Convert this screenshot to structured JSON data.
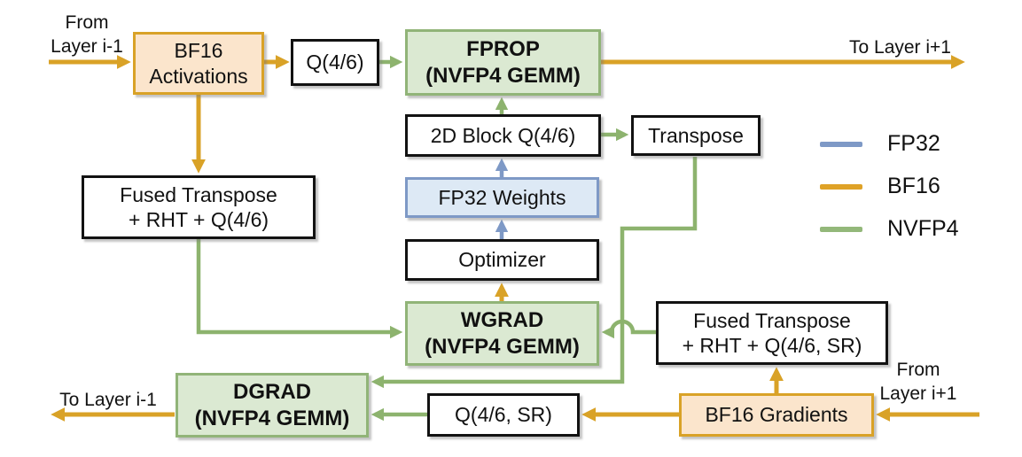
{
  "nodes": {
    "bf16_activations": {
      "line1": "BF16",
      "line2": "Activations"
    },
    "q46": {
      "line1": "Q(4/6)"
    },
    "fprop": {
      "line1": "FPROP",
      "line2": "(NVFP4 GEMM)"
    },
    "block2d_q46": {
      "line1": "2D Block Q(4/6)"
    },
    "transpose": {
      "line1": "Transpose"
    },
    "fp32_weights": {
      "line1": "FP32 Weights"
    },
    "optimizer": {
      "line1": "Optimizer"
    },
    "fused_transpose_act": {
      "line1": "Fused Transpose",
      "line2": "+ RHT + Q(4/6)"
    },
    "wgrad": {
      "line1": "WGRAD",
      "line2": "(NVFP4 GEMM)"
    },
    "fused_transpose_grad": {
      "line1": "Fused Transpose",
      "line2": "+ RHT + Q(4/6, SR)"
    },
    "dgrad": {
      "line1": "DGRAD",
      "line2": "(NVFP4 GEMM)"
    },
    "q46_sr": {
      "line1": "Q(4/6, SR)"
    },
    "bf16_gradients": {
      "line1": "BF16 Gradients"
    }
  },
  "io_labels": {
    "from_prev_layer": {
      "line1": "From",
      "line2": "Layer i-1"
    },
    "to_next_layer": {
      "line1": "To Layer i+1"
    },
    "to_prev_layer": {
      "line1": "To Layer i-1"
    },
    "from_next_layer": {
      "line1": "From",
      "line2": "Layer i+1"
    }
  },
  "legend": {
    "items": [
      {
        "label": "FP32",
        "color": "#7e99c6"
      },
      {
        "label": "BF16",
        "color": "#dfa227"
      },
      {
        "label": "NVFP4",
        "color": "#93b87a"
      }
    ]
  },
  "colors": {
    "bf16_arrow": "#d9a227",
    "nvfp4_arrow": "#8db36e",
    "fp32_arrow": "#7e99c6",
    "gemm_box_fill": "#dbe9d2",
    "gemm_box_border": "#91b478",
    "bf16_box_fill": "#fbe5cc",
    "bf16_box_border": "#d9a227",
    "fp32_box_fill": "#dde9f5",
    "fp32_box_border": "#7e99c6"
  },
  "edges": [
    {
      "from": "layer i-1",
      "to": "BF16 Activations",
      "type": "BF16"
    },
    {
      "from": "BF16 Activations",
      "to": "Q(4/6)",
      "type": "BF16"
    },
    {
      "from": "Q(4/6)",
      "to": "FPROP (NVFP4 GEMM)",
      "type": "NVFP4"
    },
    {
      "from": "FPROP (NVFP4 GEMM)",
      "to": "layer i+1",
      "type": "BF16"
    },
    {
      "from": "BF16 Activations",
      "to": "Fused Transpose + RHT + Q(4/6)",
      "type": "BF16"
    },
    {
      "from": "Fused Transpose + RHT + Q(4/6)",
      "to": "WGRAD (NVFP4 GEMM)",
      "type": "NVFP4"
    },
    {
      "from": "FP32 Weights",
      "to": "2D Block Q(4/6)",
      "type": "FP32"
    },
    {
      "from": "2D Block Q(4/6)",
      "to": "FPROP (NVFP4 GEMM)",
      "type": "NVFP4"
    },
    {
      "from": "2D Block Q(4/6)",
      "to": "Transpose",
      "type": "NVFP4"
    },
    {
      "from": "Transpose",
      "to": "DGRAD (NVFP4 GEMM)",
      "type": "NVFP4"
    },
    {
      "from": "WGRAD (NVFP4 GEMM)",
      "to": "Optimizer",
      "type": "BF16"
    },
    {
      "from": "Optimizer",
      "to": "FP32 Weights",
      "type": "FP32"
    },
    {
      "from": "Fused Transpose + RHT + Q(4/6, SR)",
      "to": "WGRAD (NVFP4 GEMM)",
      "type": "NVFP4"
    },
    {
      "from": "BF16 Gradients",
      "to": "Fused Transpose + RHT + Q(4/6, SR)",
      "type": "BF16"
    },
    {
      "from": "layer i+1",
      "to": "BF16 Gradients",
      "type": "BF16"
    },
    {
      "from": "BF16 Gradients",
      "to": "Q(4/6, SR)",
      "type": "BF16"
    },
    {
      "from": "Q(4/6, SR)",
      "to": "DGRAD (NVFP4 GEMM)",
      "type": "NVFP4"
    },
    {
      "from": "DGRAD (NVFP4 GEMM)",
      "to": "layer i-1",
      "type": "BF16"
    }
  ]
}
